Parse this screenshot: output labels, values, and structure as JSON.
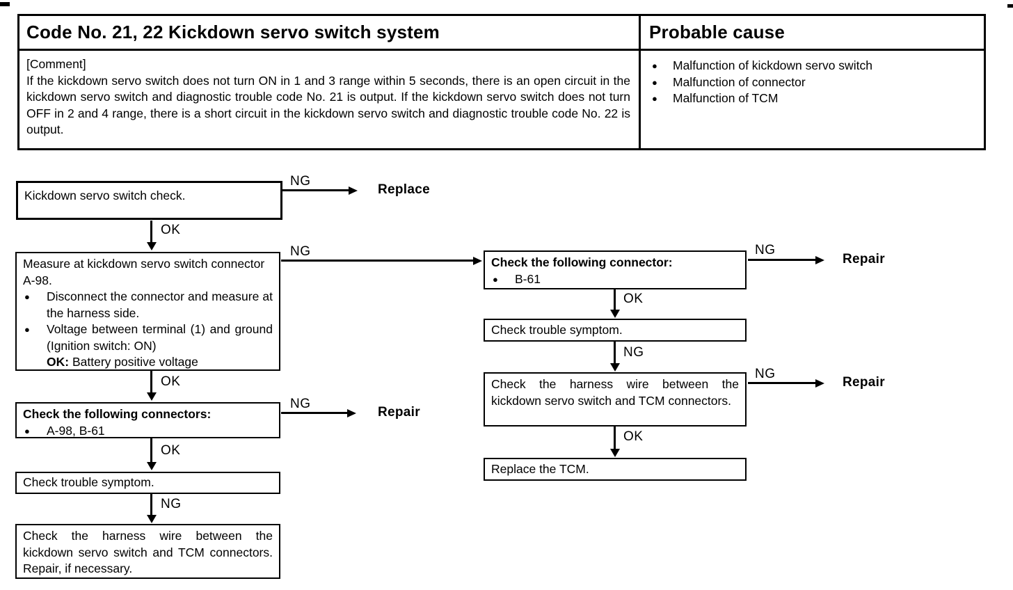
{
  "colors": {
    "ink": "#000000",
    "paper": "#ffffff"
  },
  "table": {
    "title": "Code No. 21, 22 Kickdown servo switch system",
    "probable_cause_header": "Probable cause",
    "comment_label": "[Comment]",
    "comment_text": "If the kickdown servo switch does not turn ON in 1 and 3 range within 5 seconds, there is an open circuit in the kickdown servo switch and diagnostic trouble code No. 21 is output. If the kickdown servo switch does not turn OFF in 2 and 4 range, there is a short circuit in the kickdown servo switch and diagnostic trouble code No. 22 is output.",
    "probable_causes": [
      "Malfunction of kickdown servo switch",
      "Malfunction of connector",
      "Malfunction of TCM"
    ]
  },
  "flow": {
    "labels": {
      "ng": "NG",
      "ok": "OK",
      "replace": "Replace",
      "repair": "Repair"
    },
    "box1": {
      "text": "Kickdown servo switch check."
    },
    "box2": {
      "head": "Measure at kickdown servo switch connector A-98.",
      "bullets": [
        "Disconnect the connector and measure at the harness side.",
        "Voltage between terminal (1) and ground (Ignition switch: ON)"
      ],
      "ok_bold": "OK:",
      "ok_text": "Battery positive voltage"
    },
    "box3": {
      "title": "Check the following connectors:",
      "bullet": "A-98, B-61"
    },
    "box4": {
      "text": "Check trouble symptom."
    },
    "box5": {
      "text": "Check the harness wire between the kickdown servo switch and TCM connectors. Repair, if necessary."
    },
    "r1": {
      "title": "Check the following connector:",
      "bullet": "B-61"
    },
    "r2": {
      "text": "Check trouble symptom."
    },
    "r3": {
      "text": "Check the harness wire between the kickdown servo switch and TCM connectors."
    },
    "r4": {
      "text": "Replace the TCM."
    }
  }
}
